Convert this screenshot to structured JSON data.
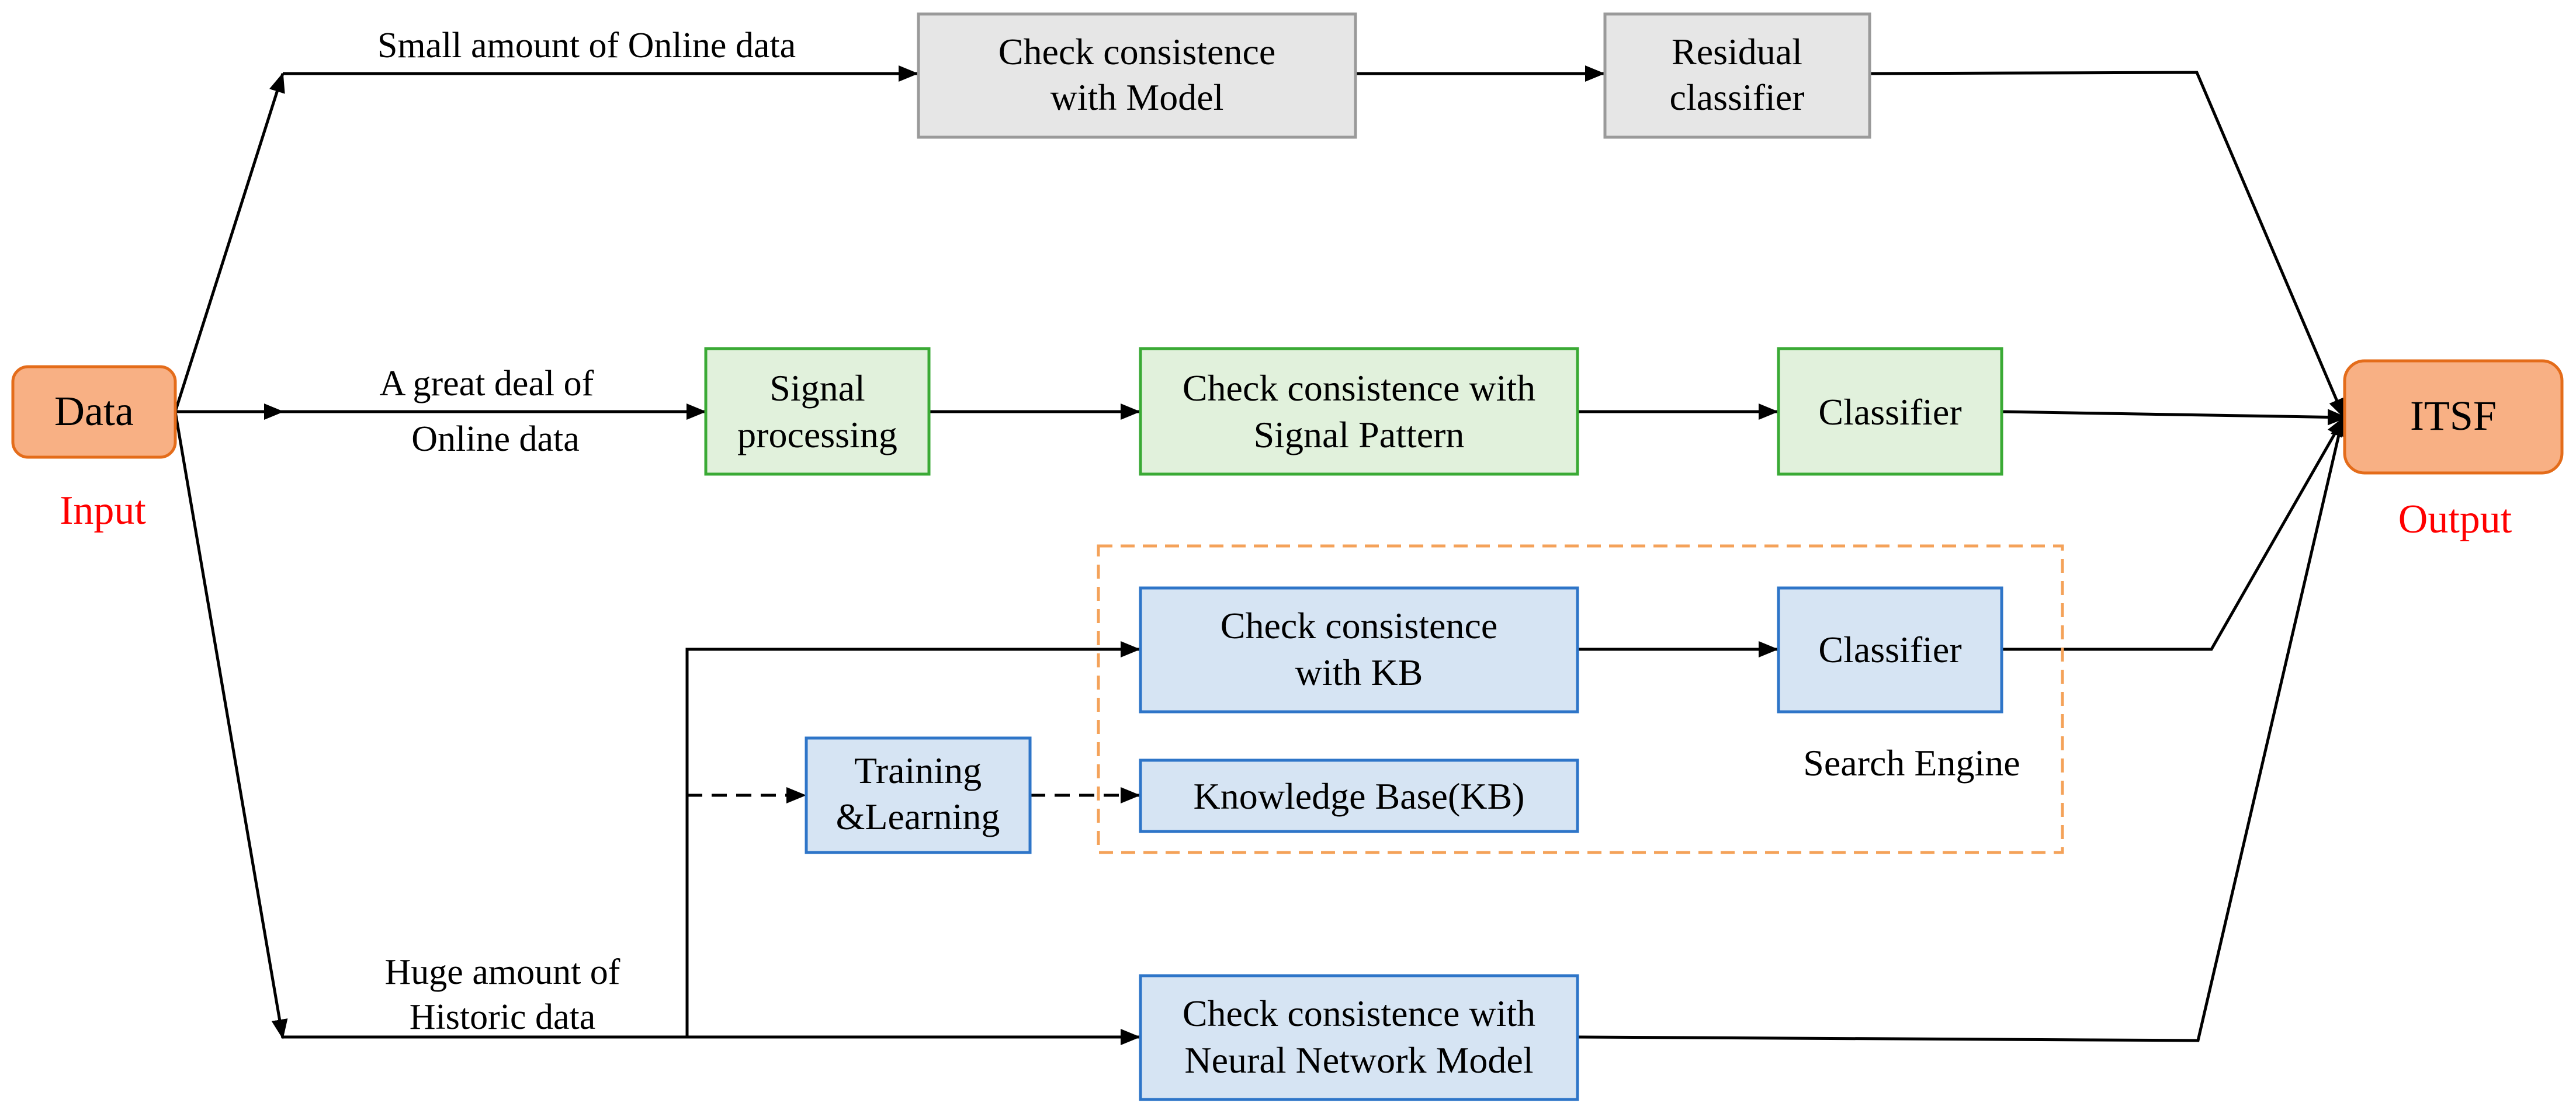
{
  "colors": {
    "gray_fill": "#e6e6e6",
    "gray_stroke": "#9a9a9a",
    "green_fill": "#e1f1dc",
    "green_stroke": "#3aaa35",
    "blue_fill": "#d6e4f3",
    "blue_stroke": "#2e75c8",
    "orange_fill": "#f8b084",
    "orange_stroke": "#e46c1a",
    "red_text": "#ff0000",
    "dashed_group": "#f4a259",
    "line": "#000000"
  },
  "input": {
    "label": "Data",
    "caption": "Input"
  },
  "output": {
    "label": "ITSF",
    "caption": "Output"
  },
  "edge_labels": {
    "small_online": "Small amount of Online data",
    "great_deal_line1": "A great deal of",
    "great_deal_line2": "Online data",
    "huge_line1": "Huge amount of",
    "huge_line2": "Historic data"
  },
  "nodes": {
    "check_model": {
      "line1": "Check consistence",
      "line2": "with Model"
    },
    "residual_classifier": {
      "line1": "Residual",
      "line2": "classifier"
    },
    "signal_processing": {
      "line1": "Signal",
      "line2": "processing"
    },
    "check_signal_pattern": {
      "line1": "Check consistence with",
      "line2": "Signal Pattern"
    },
    "classifier_green": {
      "line1": "Classifier"
    },
    "check_kb": {
      "line1": "Check consistence",
      "line2": "with KB"
    },
    "classifier_blue": {
      "line1": "Classifier"
    },
    "training_learning": {
      "line1": "Training",
      "line2": "&Learning"
    },
    "knowledge_base": {
      "line1": "Knowledge Base(KB)"
    },
    "check_nn": {
      "line1": "Check consistence with",
      "line2": "Neural Network Model"
    }
  },
  "group": {
    "label": "Search Engine"
  }
}
